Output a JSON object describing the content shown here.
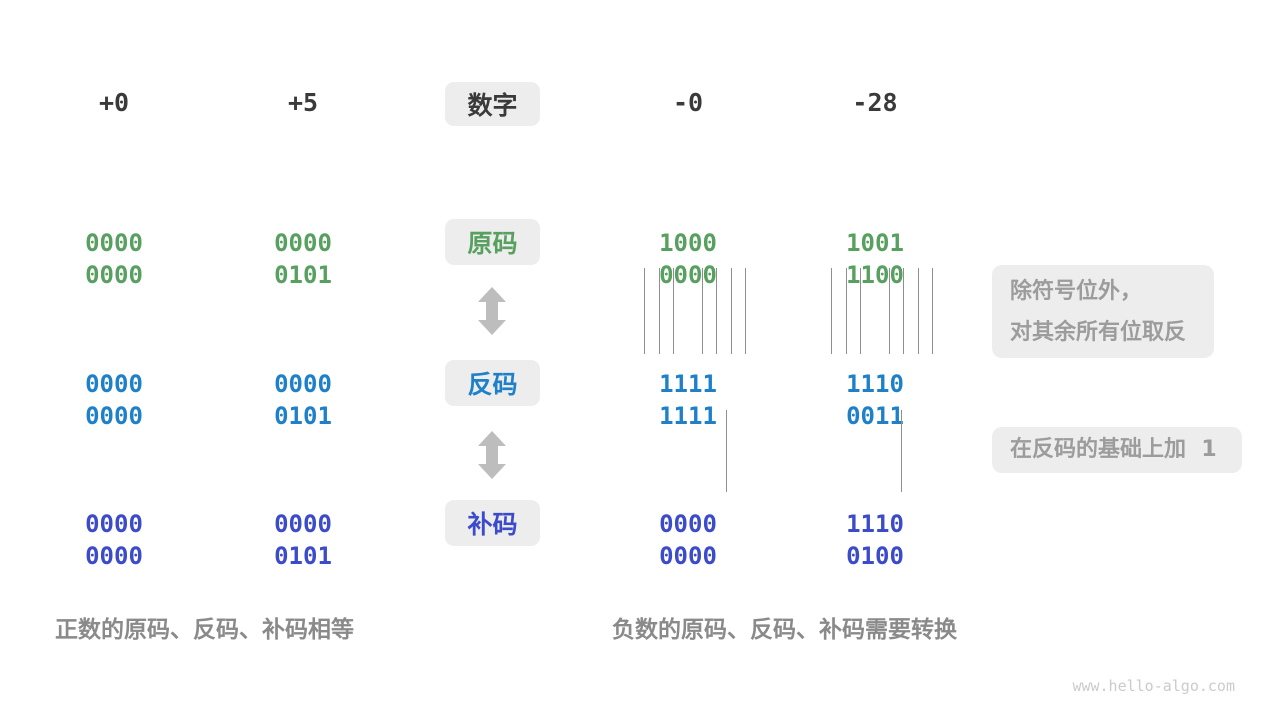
{
  "colors": {
    "sign_magnitude_green": "#57a05f",
    "ones_complement_blue": "#1e80c9",
    "twos_complement_indigo": "#3c4bc9",
    "label_box_bg": "#ededed",
    "annotation_gray": "#9c9c9c",
    "caption_gray": "#8a8a8a",
    "header_dark": "#3a3a3a",
    "arrow_gray": "#bdbdbd",
    "connector_line_gray": "#8f8f8f"
  },
  "header": {
    "label": "数字",
    "values": [
      "+0",
      "+5",
      "-0",
      "-28"
    ]
  },
  "rows": [
    {
      "label": "原码",
      "values": [
        "0000 0000",
        "0000 0101",
        "1000 0000",
        "1001 1100"
      ]
    },
    {
      "label": "反码",
      "values": [
        "0000 0000",
        "0000 0101",
        "1111 1111",
        "1110 0011"
      ]
    },
    {
      "label": "补码",
      "values": [
        "0000 0000",
        "0000 0101",
        "0000 0000",
        "1110 0100"
      ]
    }
  ],
  "annotations": {
    "invert_line1": "除符号位外，",
    "invert_line2": "对其余所有位取反",
    "add_one": "在反码的基础上加  1"
  },
  "captions": {
    "positive": "正数的原码、反码、补码相等",
    "negative": "负数的原码、反码、补码需要转换"
  },
  "watermark": "www.hello-algo.com"
}
